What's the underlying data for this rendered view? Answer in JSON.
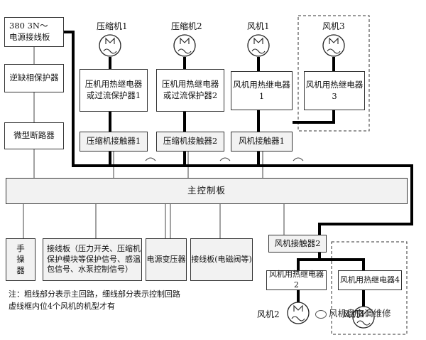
{
  "power_terminal": "380 3N～\n电源接线板",
  "phase_protector": "逆缺相保护器",
  "micro_breaker": "微型断路器",
  "main_board": "主控制板",
  "compressors": [
    {
      "label": "压缩机1",
      "relay": "压机用热继电器\n或过流保护器1",
      "contactor": "压缩机接触器1"
    },
    {
      "label": "压缩机2",
      "relay": "压机用热继电器\n或过流保护器2",
      "contactor": "压缩机接触器2"
    }
  ],
  "fans": [
    {
      "label": "风机1",
      "relay": "风机用热继电器1",
      "contactor": "风机接触器1"
    },
    {
      "label": "风机3",
      "relay": "风机用热继电器3"
    },
    {
      "label": "风机2",
      "relay": "风机用热继电器2",
      "contactor": "风机接触器2"
    },
    {
      "label": "风机4",
      "relay": "风机用热继电器4"
    }
  ],
  "bottom_boxes": {
    "manual": "手\n操\n器",
    "terminal_signals": "接线板（压力开关、压缩机\n保护模块等保护信号、感温\n包信号、水泵控制信号）",
    "transformer": "电源变压器",
    "solenoid_terminal": "接线板(电磁阀等)"
  },
  "note": "注：粗线部分表示主回路，细线部分表示控制回路\n虚线框内位4个风机的机型才有",
  "watermark": "风机盘空调维修"
}
